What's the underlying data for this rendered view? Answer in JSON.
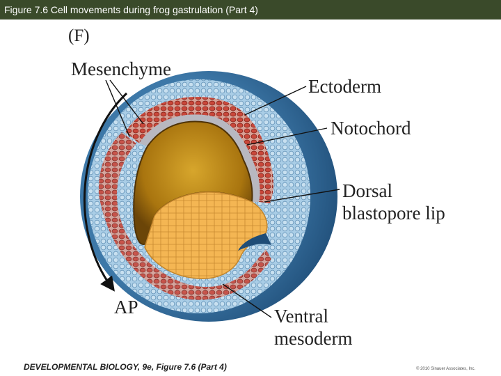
{
  "title_bar": {
    "text": "Figure 7.6  Cell movements during frog gastrulation (Part 4)"
  },
  "figure": {
    "panel_label": "(F)",
    "labels": {
      "mesenchyme": "Mesenchyme",
      "ectoderm": "Ectoderm",
      "notochord": "Notochord",
      "dorsal_line1": "Dorsal",
      "dorsal_line2": "blastopore lip",
      "ap": "AP",
      "ventral_line1": "Ventral",
      "ventral_line2": "mesoderm"
    },
    "colors": {
      "title_bar": "#3a4a2a",
      "ectoderm_outer": "#2b5f8e",
      "ectoderm_cells": "#9cc3de",
      "mesoderm": "#c94b3c",
      "archenteron_dark": "#8a5a10",
      "archenteron_light": "#d2a12a",
      "yolk": "#f0b24e"
    }
  },
  "footer": {
    "left": "DEVELOPMENTAL BIOLOGY, 9e, Figure 7.6 (Part 4)",
    "right": "© 2010 Sinauer Associates, Inc."
  }
}
